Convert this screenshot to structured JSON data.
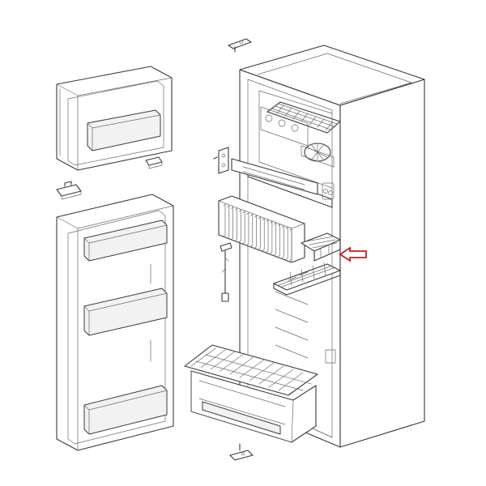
{
  "diagram": {
    "type": "exploded-parts-view",
    "subject": "refrigerator",
    "callout_color": "#c41e1e",
    "line_color": "#3a3a3a",
    "parts": [
      "top-hinge",
      "freezer-door",
      "door-clip",
      "middle-hinge-bracket",
      "fridge-door",
      "cabinet",
      "freezer-shelf",
      "fan-unit",
      "middle-hinge",
      "finned-evaporator",
      "evaporator-shelf",
      "thermostat-sensor",
      "fridge-shelf",
      "crisper-drawer",
      "bottom-hinge"
    ],
    "highlighted_part": "evaporator-shelf"
  }
}
